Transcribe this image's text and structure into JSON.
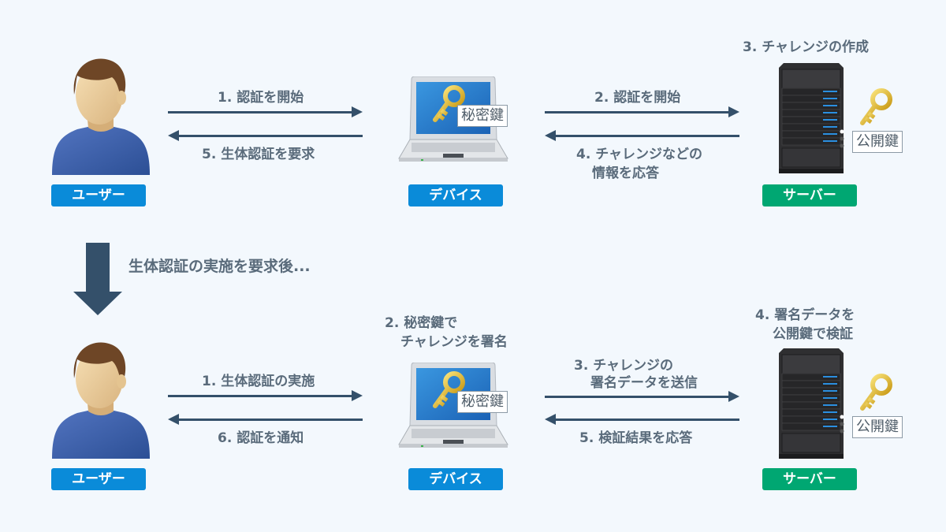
{
  "top": {
    "actors": {
      "user": "ユーザー",
      "device": "デバイス",
      "server": "サーバー"
    },
    "device_key_label": "秘密鍵",
    "server_key_label": "公開鍵",
    "server_note": "3. チャレンジの作成",
    "arrows": {
      "user_to_device": "1. 認証を開始",
      "device_to_user": "5. 生体認証を要求",
      "device_to_server": "2. 認証を開始",
      "server_to_device_line1": "4. チャレンジなどの",
      "server_to_device_line2": "情報を応答"
    }
  },
  "transition": {
    "text": "生体認証の実施を要求後..."
  },
  "bottom": {
    "actors": {
      "user": "ユーザー",
      "device": "デバイス",
      "server": "サーバー"
    },
    "device_key_label": "秘密鍵",
    "server_key_label": "公開鍵",
    "device_note_line1": "2. 秘密鍵で",
    "device_note_line2": "チャレンジを署名",
    "server_note_line1": "4. 署名データを",
    "server_note_line2": "公開鍵で検証",
    "arrows": {
      "user_to_device": "1. 生体認証の実施",
      "device_to_user": "6. 認証を通知",
      "device_to_server_line1": "3. チャレンジの",
      "device_to_server_line2": "署名データを送信",
      "server_to_device": "5. 検証結果を応答"
    }
  },
  "colors": {
    "background": "#f3f8fd",
    "arrow": "#34506a",
    "user_device_badge": "#0a8bd9",
    "server_badge": "#00a772",
    "label_text": "#5a6b7b"
  }
}
